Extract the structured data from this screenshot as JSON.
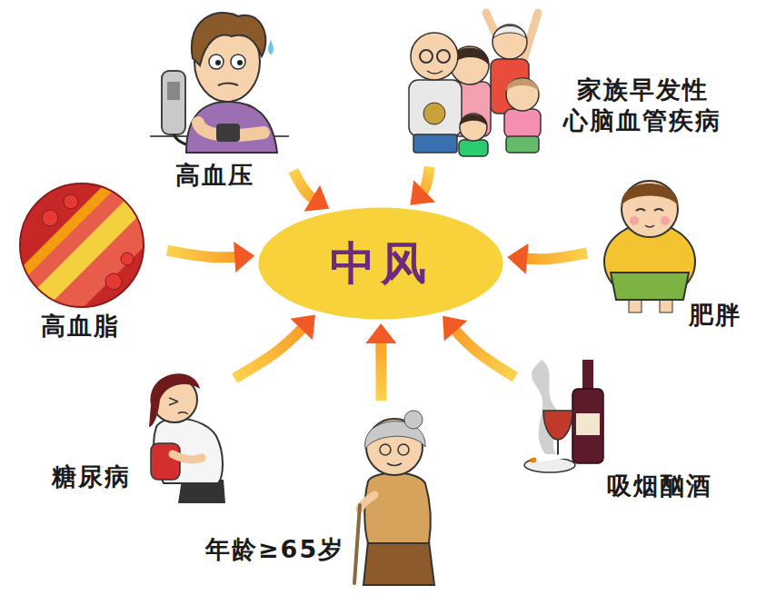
{
  "diagram": {
    "nodes": [
      {
        "text": [
          "高血压"
        ]
      },
      {
        "text": [
          "家族早发性 心脑血管疾病"
        ]
      },
      {
        "text": [
          "高血脂"
        ]
      },
      {
        "text": [
          "中风"
        ]
      },
      {
        "text": [
          "肥胖"
        ]
      },
      {
        "text": [
          "糖尿病"
        ]
      },
      {
        "text": [
          "年龄≥65岁"
        ]
      },
      {
        "text": [
          "吸烟酗酒"
        ]
      }
    ],
    "edges": [
      {
        "from": 0,
        "to": 3,
        "arrow": "to"
      },
      {
        "from": 1,
        "to": 3,
        "arrow": "to"
      },
      {
        "from": 2,
        "to": 3,
        "arrow": "to"
      },
      {
        "from": 4,
        "to": 3,
        "arrow": "to"
      },
      {
        "from": 5,
        "to": 3,
        "arrow": "to"
      },
      {
        "from": 6,
        "to": 3,
        "arrow": "to"
      },
      {
        "from": 7,
        "to": 3,
        "arrow": "to"
      }
    ]
  }
}
